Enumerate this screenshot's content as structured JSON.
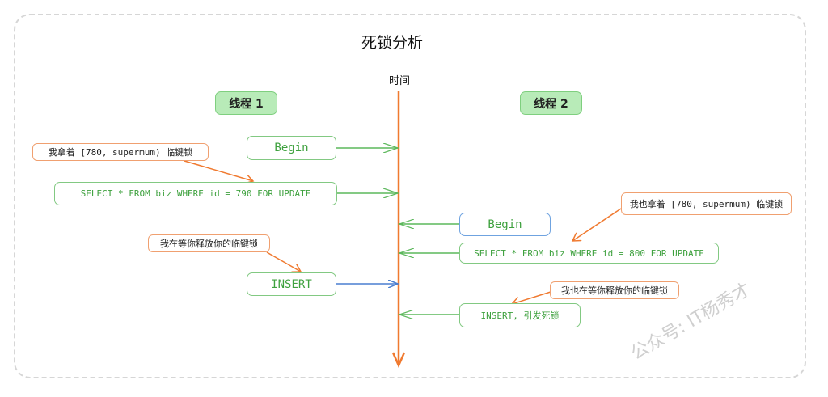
{
  "title": "死锁分析",
  "timeline_label": "时间",
  "threads": [
    {
      "label": "线程 1"
    },
    {
      "label": "线程 2"
    }
  ],
  "thread1_steps": [
    {
      "label": "Begin"
    },
    {
      "label": "SELECT * FROM biz WHERE id = 790 FOR UPDATE"
    },
    {
      "label": "INSERT"
    }
  ],
  "thread2_steps": [
    {
      "label": "Begin"
    },
    {
      "label": "SELECT * FROM biz WHERE id = 800 FOR UPDATE"
    },
    {
      "label": "INSERT, 引发死锁"
    }
  ],
  "notes": [
    {
      "text": "我拿着 [780, supermum) 临键锁"
    },
    {
      "text": "我在等你释放你的临键锁"
    },
    {
      "text": "我也拿着 [780, supermum) 临键锁"
    },
    {
      "text": "我也在等你释放你的临键锁"
    }
  ],
  "watermark": "公众号: IT杨秀才",
  "colors": {
    "timeline": "#f07a30",
    "arrow_green": "#5cb85c",
    "arrow_blue": "#4a7fd0",
    "note_arrow": "#f07a30",
    "thread_fill": "#b8ebb8"
  }
}
